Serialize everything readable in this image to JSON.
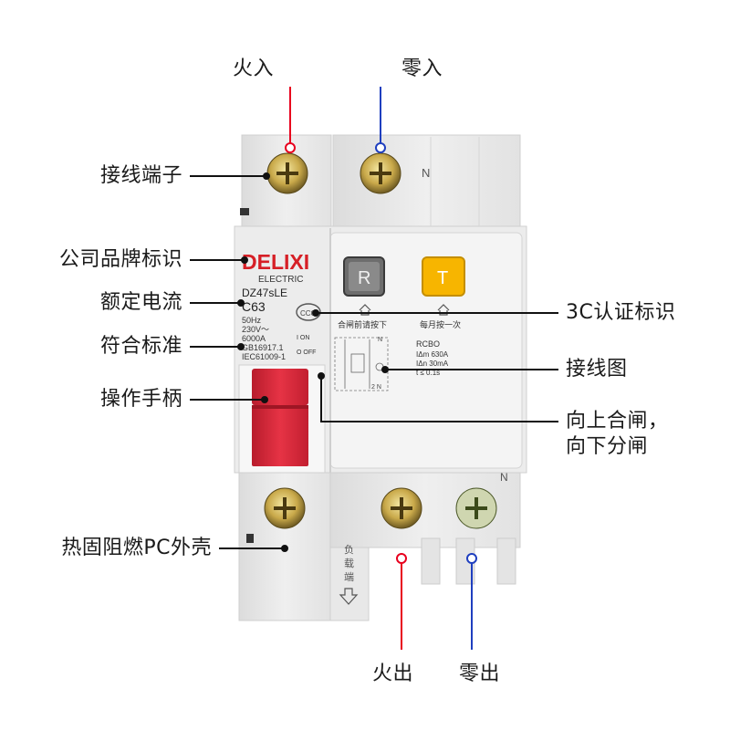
{
  "callouts": {
    "live_in": "火入",
    "neutral_in": "零入",
    "terminal": "接线端子",
    "brand": "公司品牌标识",
    "rated_current": "额定电流",
    "standards": "符合标准",
    "handle": "操作手柄",
    "housing": "热固阻燃PC外壳",
    "cert_3c": "3C认证标识",
    "wiring_diagram": "接线图",
    "close_up_line1": "向上合闸，",
    "close_up_line2": "向下分闸",
    "live_out": "火出",
    "neutral_out": "零出"
  },
  "device": {
    "brand_name": "DELIXI",
    "brand_sub": "ELECTRIC",
    "model": "DZ47sLE",
    "current": "C63",
    "spec_freq": "50Hz",
    "spec_voltage": "230V～",
    "spec_capacity": "6000A",
    "spec_gb": "GB16917.1",
    "spec_iec": "IEC61009-1",
    "label_on": "I ON",
    "label_off": "O OFF",
    "button_r": "R",
    "button_t": "T",
    "cert_mark": "CCC",
    "r_caption": "合闸前请按下",
    "t_caption": "每月按一次",
    "type": "RCBO",
    "im": "IΔm 630A",
    "in_residual": "IΔn  30mA",
    "t_time": "t ≤ 0.1s",
    "n_top": "N",
    "n_bottom": "N",
    "load_text": "负载端",
    "wiring_n": "N",
    "wiring_2n": "2 N"
  },
  "colors": {
    "live": "#e8001e",
    "neutral": "#1f3fbf",
    "handle": "#e0283b",
    "t_button": "#f7b500",
    "r_button": "#6d6d6d",
    "brand": "#d61f26"
  }
}
